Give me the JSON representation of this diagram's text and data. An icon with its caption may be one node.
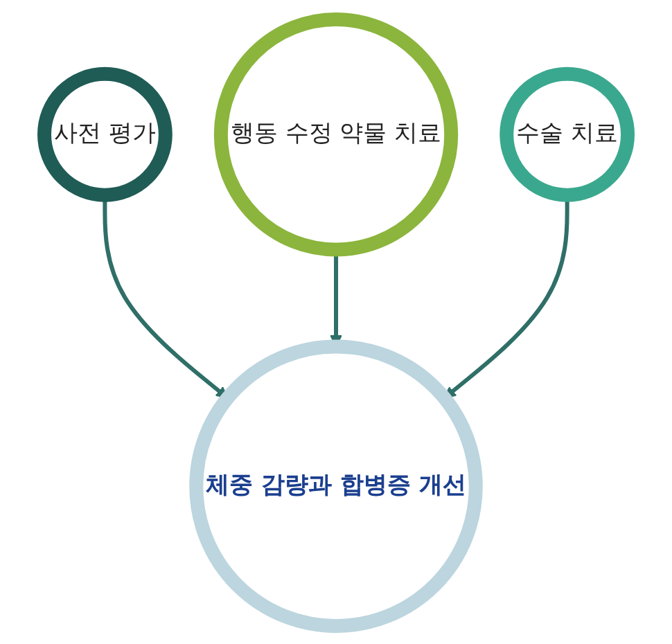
{
  "diagram": {
    "nodes": [
      {
        "text": [
          "사전 평가"
        ]
      },
      {
        "text": [
          "체중 감량과 합병증 개선"
        ]
      },
      {
        "text": [
          "행동 수정 약물 치료"
        ]
      },
      {
        "text": [
          "수술 치료"
        ]
      }
    ],
    "edges": [
      {
        "from": 0,
        "to": 1,
        "arrow": "to"
      },
      {
        "from": 2,
        "to": 1,
        "arrow": "to"
      },
      {
        "from": 3,
        "to": 1,
        "arrow": "to"
      }
    ]
  }
}
